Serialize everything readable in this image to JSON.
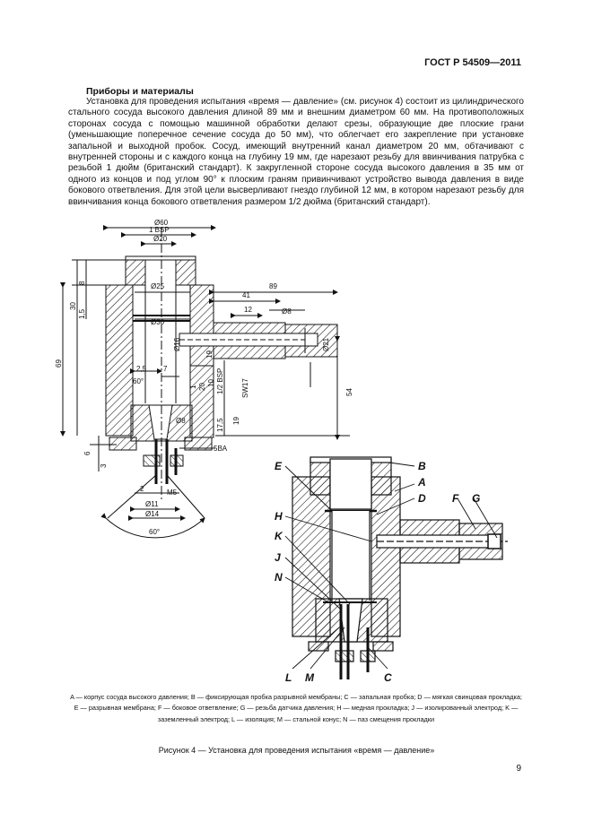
{
  "header": {
    "doc_id": "ГОСТ Р 54509—2011"
  },
  "section_title": "Приборы и материалы",
  "paragraph": "Установка для проведения испытания «время — давление» (см. рисунок 4) состоит из цилиндрического стального сосуда высокого давления длиной 89 мм и внешним диаметром 60 мм. На противоположных сторонах сосуда с помощью машинной обработки делают срезы, образующие две плоские грани (уменьшающие поперечное сечение сосуда до 50 мм), что облегчает его закрепление при установке запальной и выходной пробок. Сосуд, имеющий внутренний канал диаметром 20 мм, обтачивают с внутренней стороны и с каждого конца на глубину 19 мм, где нарезают резьбу для ввинчивания патрубка с резьбой 1 дюйм (британский стандарт). К закругленной стороне сосуда высокого давления в 35 мм от одного из концов и под углом 90° к плоским граням привинчивают устройство вывода давления в виде бокового ответвления. Для этой цели высверливают гнездо глубиной 12 мм, в котором нарезают резьбу для ввинчивания конца бокового ответвления размером 1/2 дюйма (британский стандарт).",
  "drawing": {
    "dims": {
      "d60": "Ø60",
      "bsp1": "1 BSP",
      "d20": "Ø20",
      "d25": "Ø25",
      "d30": "Ø30",
      "d16": "Ø16",
      "d8": "Ø8",
      "d21": "Ø21",
      "d11": "Ø11",
      "d14": "Ø14",
      "v89": "89",
      "v41": "41",
      "v12": "12",
      "v8": "8",
      "v30": "30",
      "v1_5": "1,5",
      "v69": "69",
      "v6": "6",
      "v3": "3",
      "v2_5": "2,5",
      "v7": "7",
      "v60deg": "60°",
      "v60deg_b": "60°",
      "v54": "54",
      "v19a": "19",
      "v17_5": "17,5",
      "v19b": "19",
      "half_bsp": "1/2 BSP",
      "sw17": "SW17",
      "v10": "10",
      "v20": "20",
      "v1": "1",
      "m5": "M5",
      "d8b": "Ø8",
      "ba": "5BA",
      "v2": "2"
    },
    "labels": {
      "E": "E",
      "B": "B",
      "A": "A",
      "D": "D",
      "F": "F",
      "G": "G",
      "H": "H",
      "K": "K",
      "J": "J",
      "N": "N",
      "L": "L",
      "M": "M",
      "C": "C"
    }
  },
  "legend": "A — корпус сосуда высокого давления; B — фиксирующая пробка разрывной мембраны; C — запальная пробка; D — мягкая свинцовая прокладка; E — разрывная мембрана; F — боковое ответвление; G — резьба датчика давления; H — медная прокладка; J — изолированный электрод; K — заземленный электрод; L — изоляция; M — стальной конус; N — паз смещения прокладки",
  "caption": "Рисунок 4 — Установка для проведения испытания «время — давление»",
  "page_number": "9"
}
